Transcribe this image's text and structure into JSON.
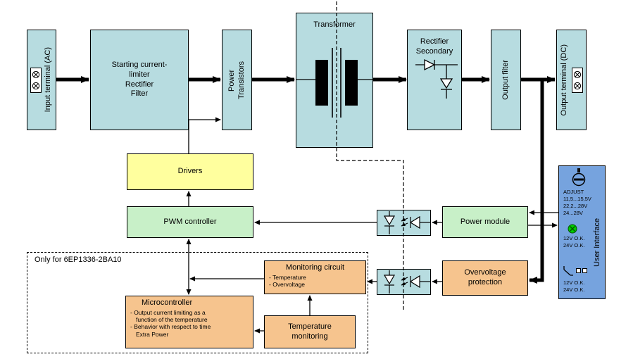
{
  "diagram": {
    "input_terminal": "Input terminal (AC)",
    "starting_block": "Starting current-\nlimiter\nRectifier\nFilter",
    "power_transistors": "Power\nTransistors",
    "transformer": "Transformer",
    "rectifier_secondary": "Rectifier\nSecondary",
    "output_filter": "Output filter",
    "output_terminal": "Output terminal (DC)",
    "drivers": "Drivers",
    "pwm_controller": "PWM controller",
    "power_module": "Power module",
    "overvoltage_protection": "Overvoltage\nprotection",
    "group_note": "Only for 6EP1336-2BA10",
    "monitoring_circuit": {
      "title": "Monitoring circuit",
      "items": [
        "- Temperature",
        "- Overvoltage"
      ]
    },
    "microcontroller": {
      "title": "Microcontroller",
      "lines": [
        "- Output current limiting as a",
        "function of the temperature",
        "- Behavior with respect to time",
        "Extra Power"
      ]
    },
    "temperature_monitoring": "Temperature\nmonitoring",
    "user_interface": {
      "label": "User Interface",
      "adjust": "ADJUST",
      "ranges": [
        "11,5...15,5V",
        "22,2...28V",
        "24...28V"
      ],
      "led_status": [
        "12V O.K.",
        "24V O.K."
      ],
      "relay_status": [
        "12V O.K.",
        "24V O.K."
      ]
    }
  },
  "colors": {
    "block_teal": "#b7dce0",
    "block_yellow": "#ffff9e",
    "block_green": "#c8f0c8",
    "block_orange": "#f6c48e",
    "panel_blue": "#76a3de",
    "led_green": "#00cc00",
    "line_black": "#000000"
  }
}
